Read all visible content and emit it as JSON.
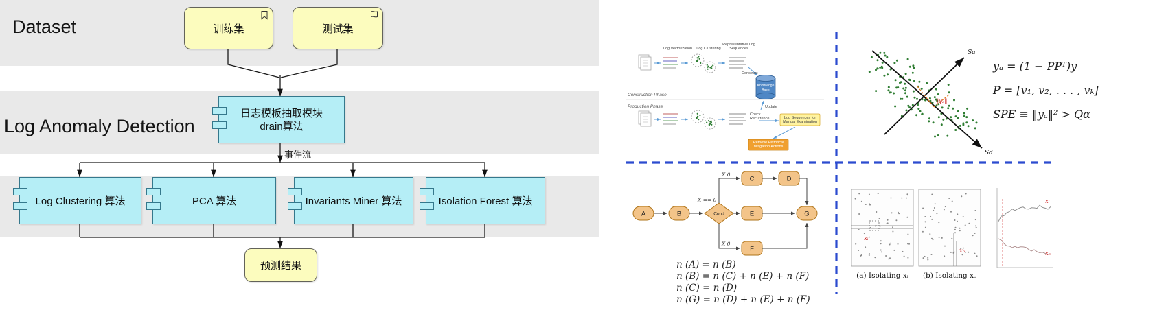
{
  "colors": {
    "band_gray": "#e9e9e9",
    "component_cyan": "#b5eef6",
    "note_yellow": "#fcfcbe",
    "divider_blue": "#2b4bcf"
  },
  "left": {
    "section1_title": "Dataset",
    "section2_title": "Log Anomaly Detection",
    "train_box": "训练集",
    "test_box": "测试集",
    "drain_line1": "日志模板抽取模块",
    "drain_line2": "drain算法",
    "event_stream": "事件流",
    "algos": [
      "Log Clustering 算法",
      "PCA 算法",
      "Invariants Miner 算法",
      "Isolation Forest 算法"
    ],
    "result_box": "预测结果"
  },
  "right": {
    "q1": {
      "phase1": "Construction Phase",
      "phase2": "Production Phase",
      "step1": "Log Vectorization",
      "step2": "Log Clustering",
      "step3_l1": "Representative Log",
      "step3_l2": "Sequences",
      "kb_l1": "Knowledge",
      "kb_l2": "Base",
      "construct": "Construct",
      "update": "Update",
      "check_l1": "Check",
      "check_l2": "Recurrence",
      "manual_l1": "Log Sequences for",
      "manual_l2": "Manual Examination",
      "retrieve_l1": "Retrieve Historical",
      "retrieve_l2": "Mitigation Actions"
    },
    "q2": {
      "formula1": "yₐ = (1 − PPᵀ)y",
      "formula2": "P = [v₁, v₂, . . . , vₖ]",
      "formula3": "SPE ≡ ‖yₐ‖² > Qα",
      "axis1": "Sa",
      "axis2": "Sd",
      "proj_label": "‖yₐ‖"
    },
    "q3": {
      "nodes": {
        "a": "A",
        "b": "B",
        "cond": "Cond",
        "c": "C",
        "d": "D",
        "e": "E",
        "f": "F",
        "g": "G"
      },
      "edge_top": "X  0",
      "edge_mid": "X == 0",
      "edge_bottom": "X  0",
      "eq1": "n (A) = n (B)",
      "eq2": "n (B) = n (C) + n (E) + n (F)",
      "eq3": "n (C) = n (D)",
      "eq4": "n (G) = n (D) + n (E) + n (F)"
    },
    "q4": {
      "caption_a": "(a) Isolating xᵢ",
      "caption_b": "(b) Isolating xₒ",
      "label_xi": "xᵢ",
      "label_xo": "xₒ"
    }
  }
}
